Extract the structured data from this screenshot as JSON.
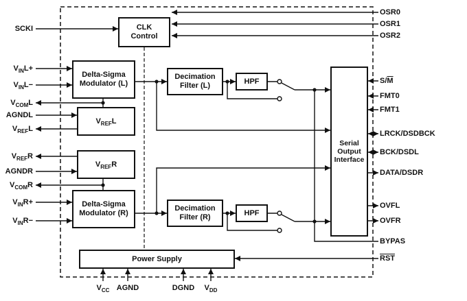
{
  "colors": {
    "line": "#111111",
    "background": "#ffffff"
  },
  "blocks": {
    "clk_control": {
      "line1": "CLK",
      "line2": "Control"
    },
    "dsm_l": {
      "line1": "Delta-Sigma",
      "line2": "Modulator (L)"
    },
    "vref_l": {
      "pre": "V",
      "sub": "REF",
      "post": "L"
    },
    "vref_r": {
      "pre": "V",
      "sub": "REF",
      "post": "R"
    },
    "dsm_r": {
      "line1": "Delta-Sigma",
      "line2": "Modulator (R)"
    },
    "dec_l": {
      "line1": "Decimation",
      "line2": "Filter (L)"
    },
    "dec_r": {
      "line1": "Decimation",
      "line2": "Filter (R)"
    },
    "hpf_l": {
      "label": "HPF"
    },
    "hpf_r": {
      "label": "HPF"
    },
    "serial": {
      "line1": "Serial",
      "line2": "Output",
      "line3": "Interface"
    },
    "power": {
      "label": "Power Supply"
    }
  },
  "pins": {
    "left": {
      "scki": {
        "label": "SCKI"
      },
      "vin_l_plus": {
        "pre": "V",
        "sub": "IN",
        "post": "L+"
      },
      "vin_l_minus": {
        "pre": "V",
        "sub": "IN",
        "post": "L−"
      },
      "vcom_l": {
        "pre": "V",
        "sub": "COM",
        "post": "L"
      },
      "agnd_l": {
        "label": "AGNDL"
      },
      "vref_l": {
        "pre": "V",
        "sub": "REF",
        "post": "L"
      },
      "vref_r": {
        "pre": "V",
        "sub": "REF",
        "post": "R"
      },
      "agnd_r": {
        "label": "AGNDR"
      },
      "vcom_r": {
        "pre": "V",
        "sub": "COM",
        "post": "R"
      },
      "vin_r_plus": {
        "pre": "V",
        "sub": "IN",
        "post": "R+"
      },
      "vin_r_minus": {
        "pre": "V",
        "sub": "IN",
        "post": "R−"
      }
    },
    "right": {
      "osr0": {
        "label": "OSR0"
      },
      "osr1": {
        "label": "OSR1"
      },
      "osr2": {
        "label": "OSR2"
      },
      "s_m": {
        "pre": "S/",
        "over": "M"
      },
      "fmt0": {
        "label": "FMT0"
      },
      "fmt1": {
        "label": "FMT1"
      },
      "lrck": {
        "label": "LRCK/DSDBCK"
      },
      "bck": {
        "label": "BCK/DSDL"
      },
      "data": {
        "label": "DATA/DSDR"
      },
      "ovfl": {
        "label": "OVFL"
      },
      "ovfr": {
        "label": "OVFR"
      },
      "bypas": {
        "label": "BYPAS"
      },
      "rst": {
        "over": "RST"
      }
    },
    "bottom": {
      "vcc": {
        "pre": "V",
        "sub": "CC"
      },
      "agnd": {
        "label": "AGND"
      },
      "dgnd": {
        "label": "DGND"
      },
      "vdd": {
        "pre": "V",
        "sub": "DD"
      }
    }
  }
}
